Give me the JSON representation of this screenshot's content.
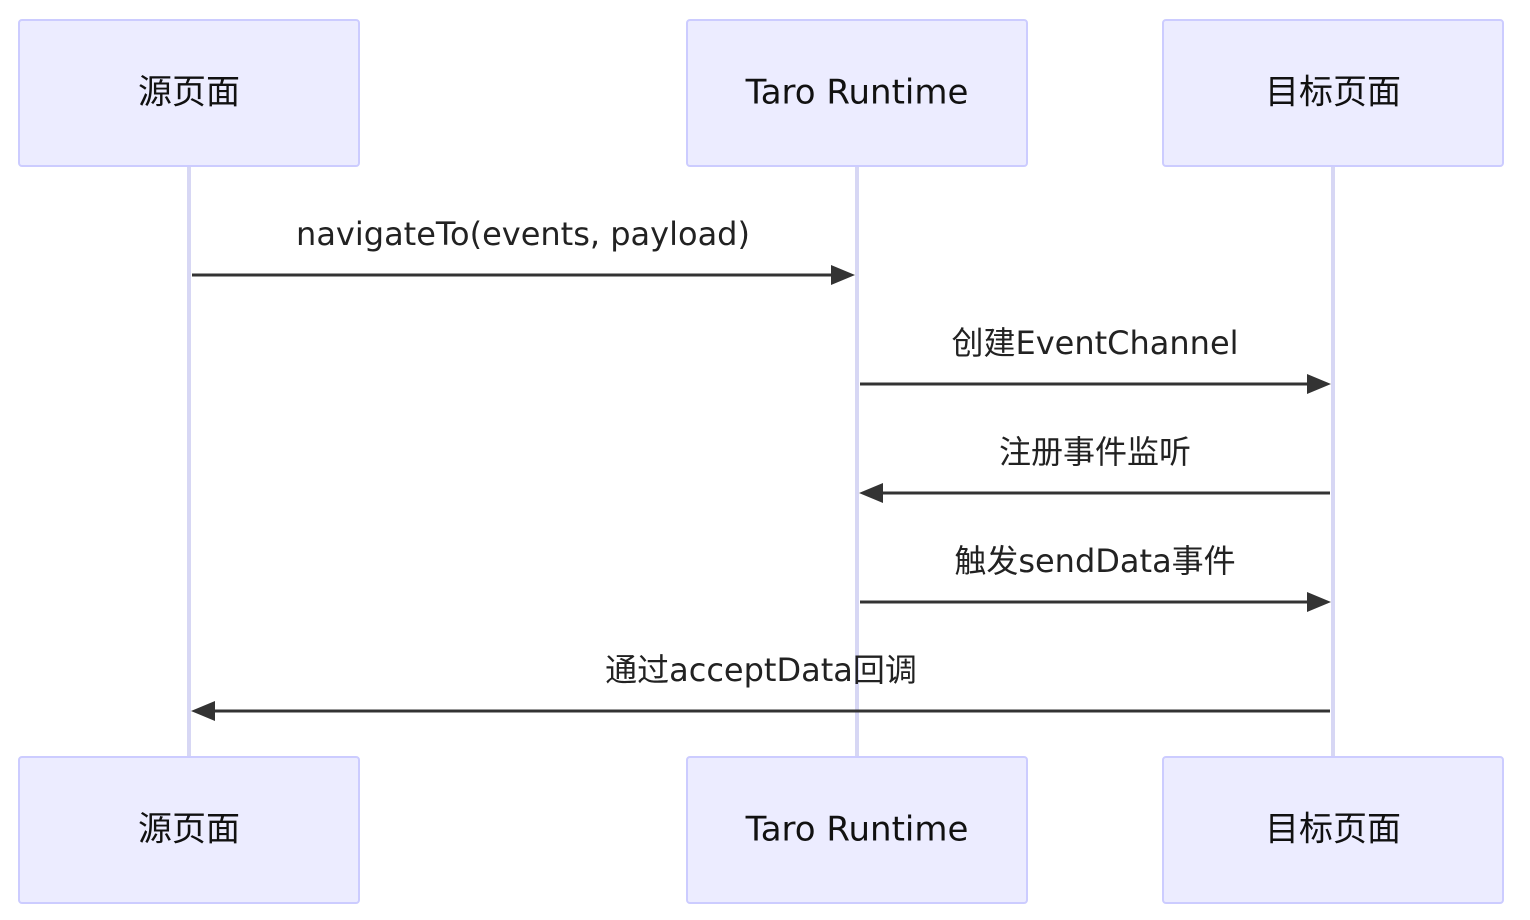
{
  "actors": [
    {
      "id": "source",
      "label": "源页面"
    },
    {
      "id": "runtime",
      "label": "Taro Runtime"
    },
    {
      "id": "target",
      "label": "目标页面"
    }
  ],
  "messages": [
    {
      "from": "source",
      "to": "runtime",
      "label": "navigateTo(events, payload)"
    },
    {
      "from": "runtime",
      "to": "target",
      "label": "创建EventChannel"
    },
    {
      "from": "target",
      "to": "runtime",
      "label": "注册事件监听"
    },
    {
      "from": "runtime",
      "to": "target",
      "label": "触发sendData事件"
    },
    {
      "from": "target",
      "to": "source",
      "label": "通过acceptData回调"
    }
  ],
  "colors": {
    "actor_fill": "#ECECFF",
    "actor_stroke": "#CCCCFF",
    "lifeline": "#D7D7F4",
    "arrow": "#333333",
    "text": "#222222"
  }
}
